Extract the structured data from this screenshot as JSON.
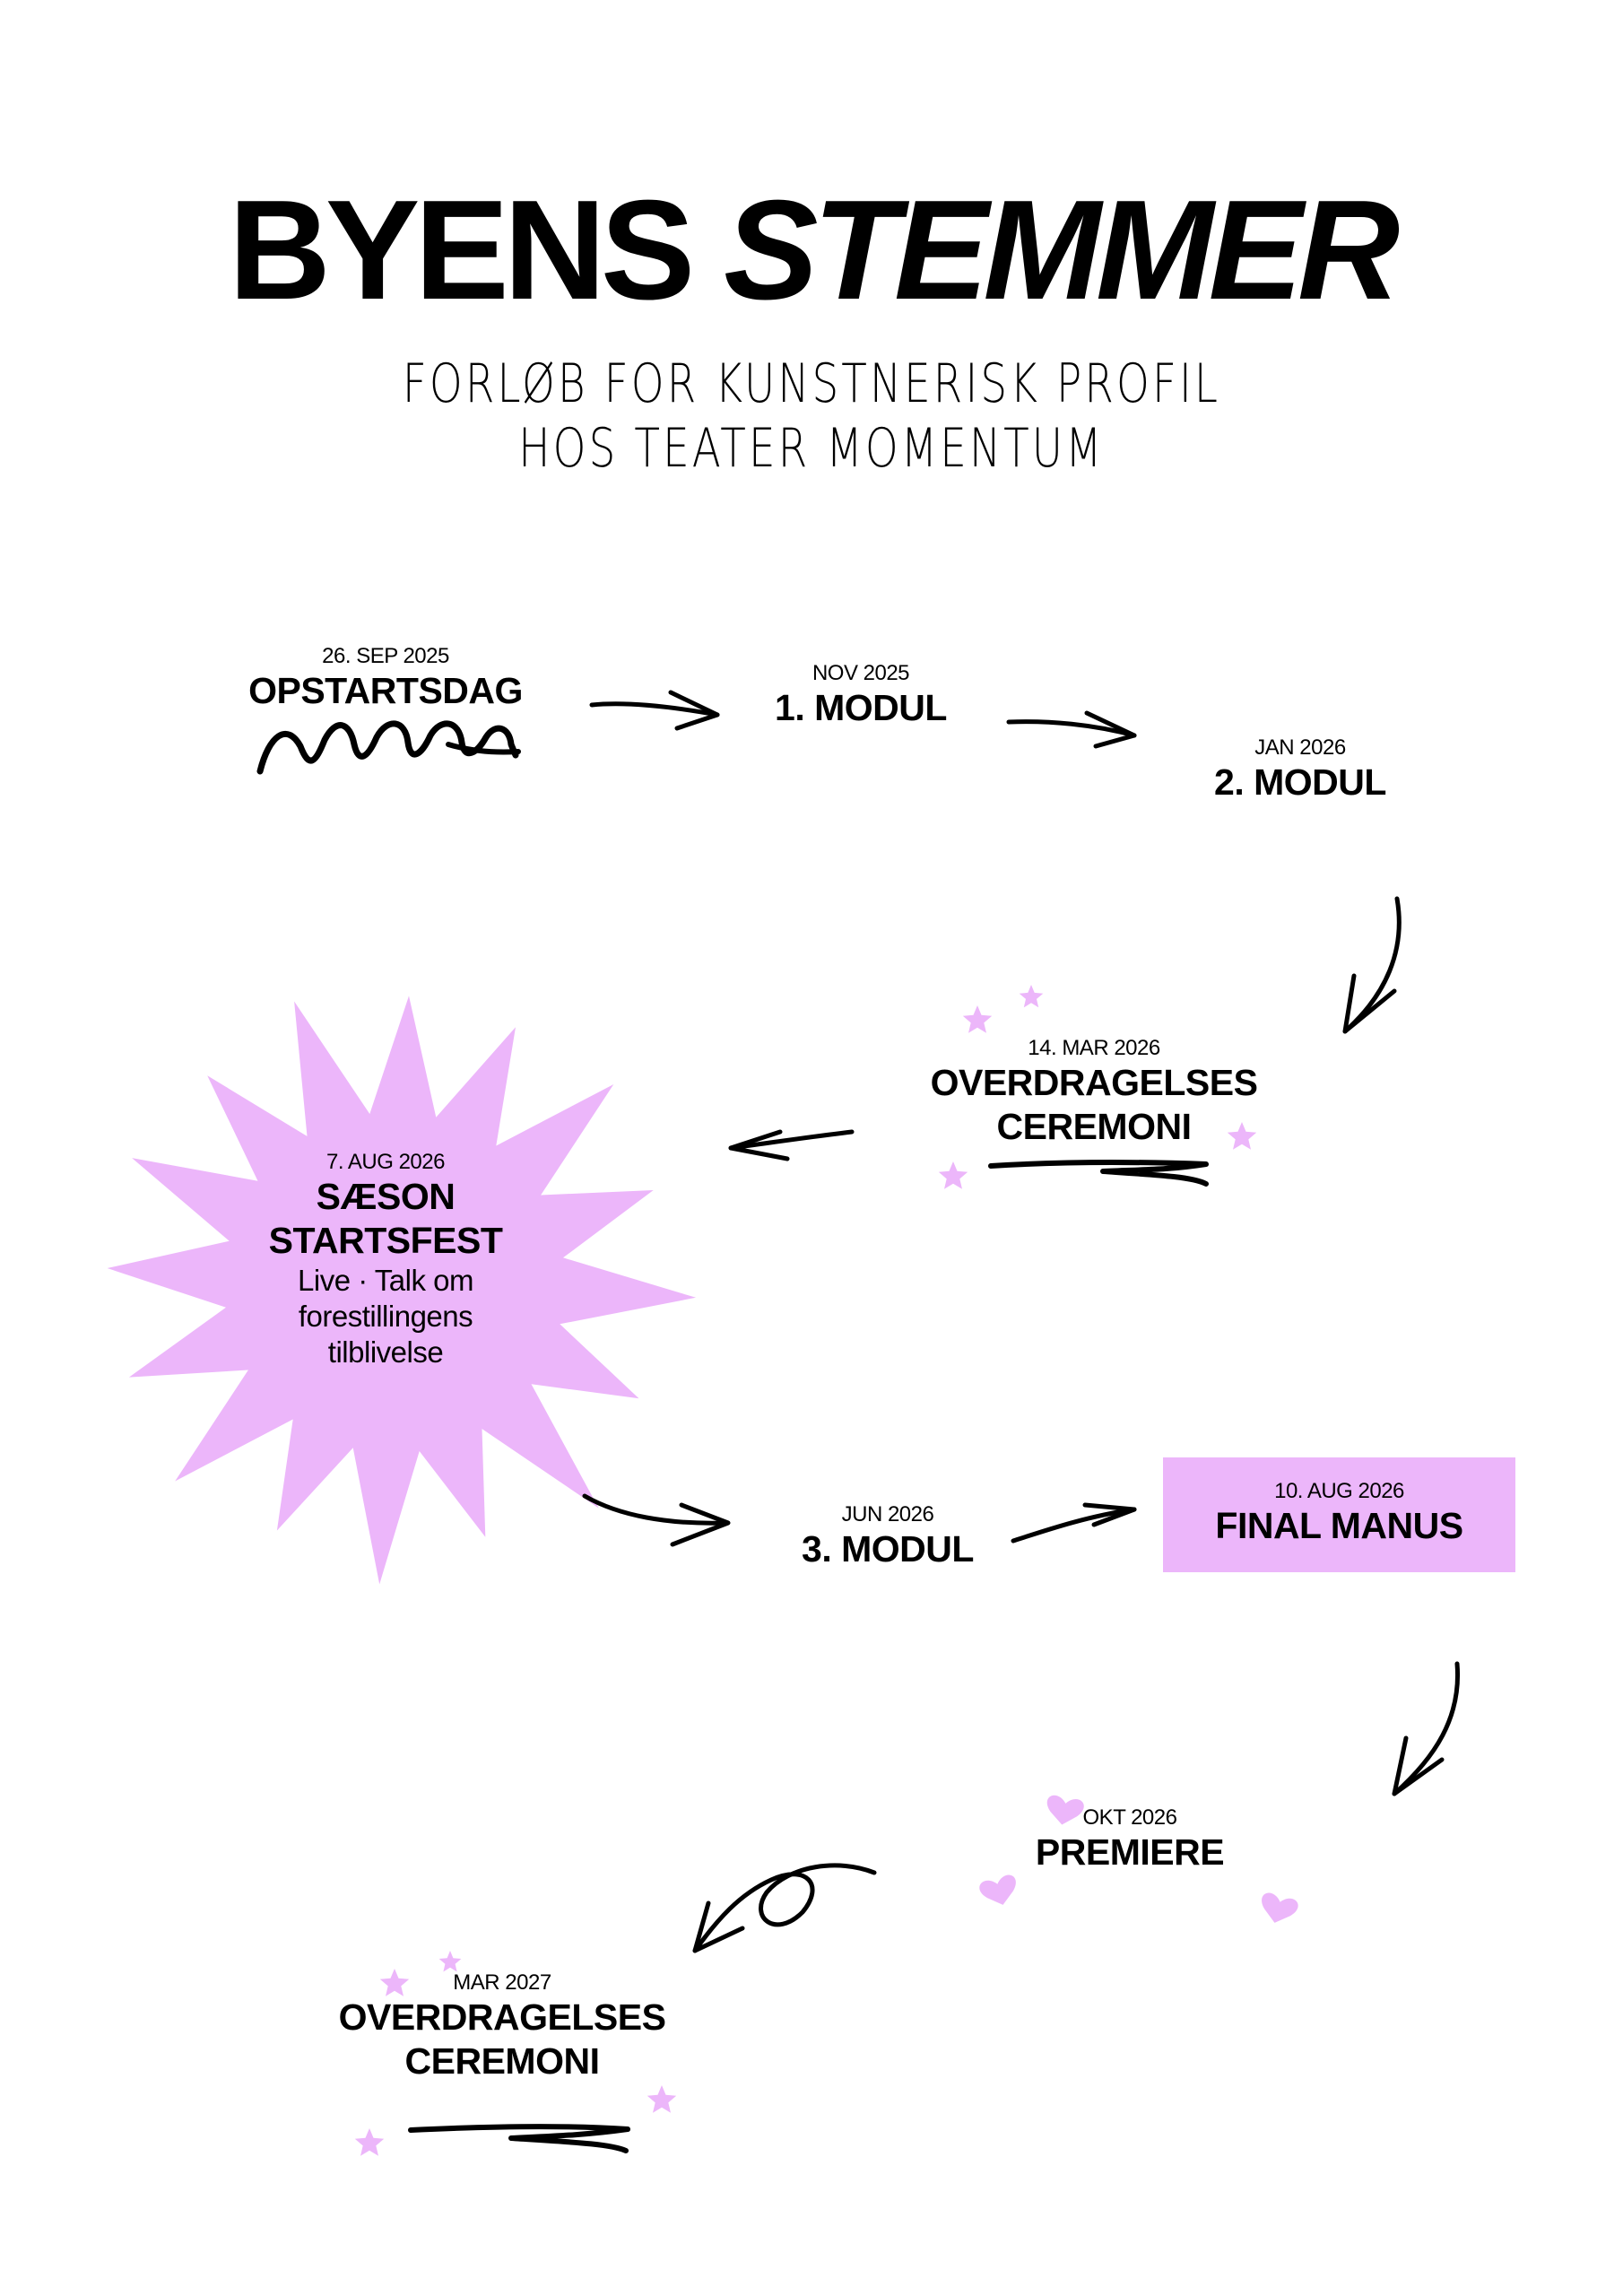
{
  "accent_color": "#ecb6fa",
  "title": {
    "word1": "BYENS",
    "word2": "STEMMER"
  },
  "subtitle": {
    "line1": "FORLØB FOR KUNSTNERISK PROFIL",
    "line2": "HOS TEATER MOMENTUM"
  },
  "events": [
    {
      "date": "26. SEP 2025",
      "name": "OPSTARTSDAG"
    },
    {
      "date": "NOV 2025",
      "name": "1. MODUL"
    },
    {
      "date": "JAN 2026",
      "name": "2. MODUL"
    },
    {
      "date": "14. MAR 2026",
      "name_line1": "OVERDRAGELSES",
      "name_line2": "CEREMONI"
    },
    {
      "date": "7. AUG 2026",
      "name_line1": "SÆSON",
      "name_line2": "STARTSFEST",
      "desc_line1": "Live · Talk om",
      "desc_line2": "forestillingens",
      "desc_line3": "tilblivelse"
    },
    {
      "date": "JUN 2026",
      "name": "3. MODUL"
    },
    {
      "date": "10. AUG 2026",
      "name": "FINAL MANUS"
    },
    {
      "date": "OKT 2026",
      "name": "PREMIERE"
    },
    {
      "date": "MAR 2027",
      "name_line1": "OVERDRAGELSES",
      "name_line2": "CEREMONI"
    }
  ]
}
